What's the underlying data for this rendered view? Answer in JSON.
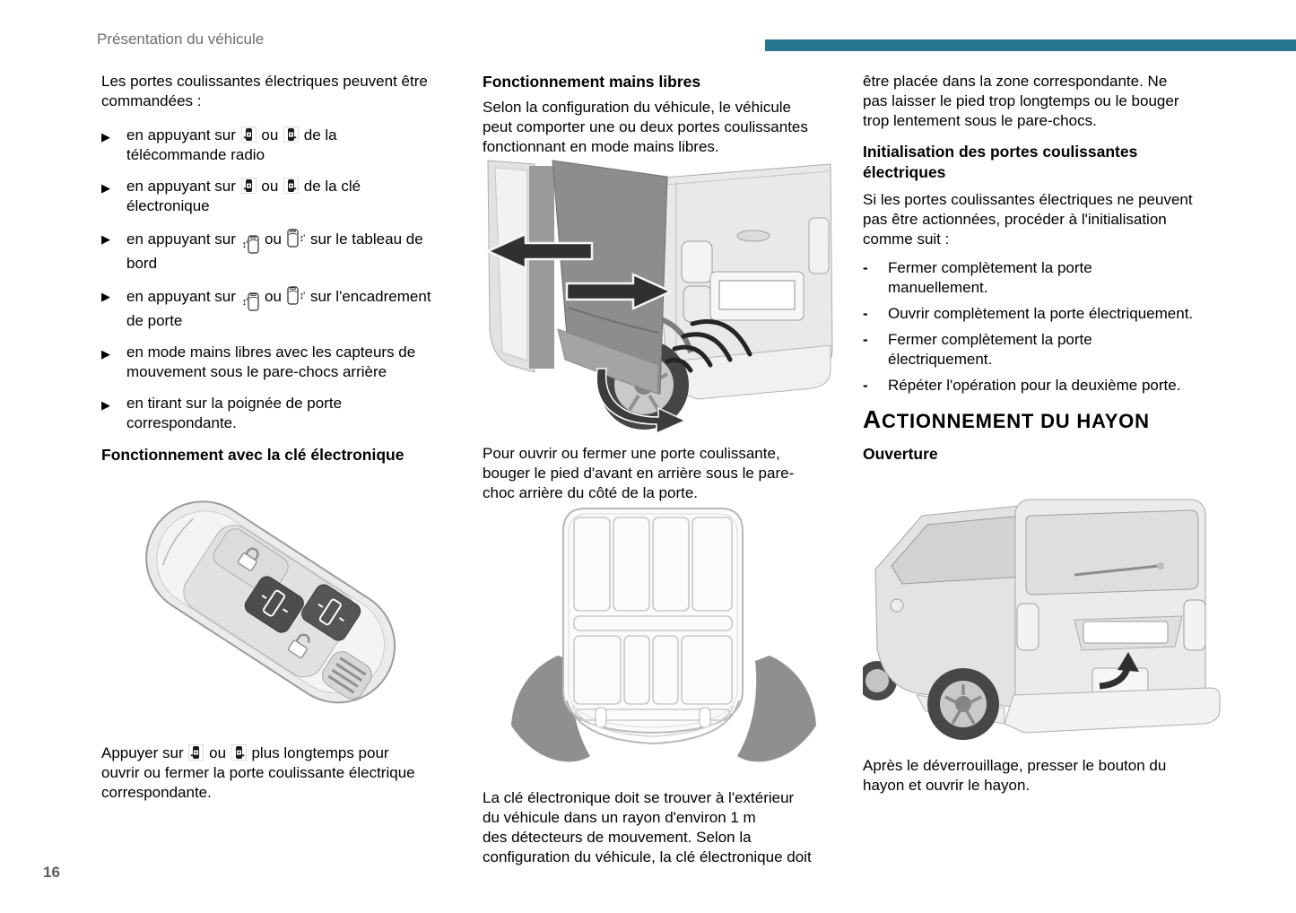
{
  "page": {
    "header": "Présentation du véhicule",
    "page_number": "16",
    "accent_color": "#27768F",
    "text_color": "#000000",
    "header_text_color": "#6e6e6e"
  },
  "glyphs": {
    "bullet": "▶",
    "dash": "-",
    "updown": "↕'"
  },
  "icons": {
    "sliding_door_left": "car-top-view-open-left-door",
    "sliding_door_right": "car-top-view-open-right-door",
    "dashboard_left": "van-outline-with-updown-arrows-left",
    "dashboard_right": "van-outline-with-updown-arrows-right"
  },
  "left_column": {
    "intro": "Les portes coulissantes électriques peuvent être\ncommandées :",
    "bullets": [
      {
        "pre": "en appuyant sur ",
        "mid": " ou ",
        "post": " de la\ntélécommande radio"
      },
      {
        "pre": "en appuyant sur ",
        "mid": " ou ",
        "post": " de la clé\nélectronique"
      },
      {
        "pre": "en appuyant sur ",
        "mid": " ou ",
        "post": " sur le tableau de\nbord"
      },
      {
        "pre": "en appuyant sur ",
        "mid": " ou ",
        "post": " sur l'encadrement\nde porte"
      },
      {
        "text": "en mode mains libres avec les capteurs de\nmouvement sous le pare-chocs arrière"
      },
      {
        "text": "en tirant sur la poignée de porte\ncorrespondante."
      }
    ],
    "heading_key": "Fonctionnement avec la clé électronique",
    "key_caption": {
      "pre": "Appuyer sur ",
      "mid": " ou ",
      "post": " plus longtemps pour\nouvrir ou fermer la porte coulissante électrique\ncorrespondante."
    }
  },
  "middle_column": {
    "heading": "Fonctionnement mains libres",
    "para1": "Selon la configuration du véhicule, le véhicule\npeut comporter une ou deux portes coulissantes\nfonctionnant en mode mains libres.",
    "para2": "Pour ouvrir ou fermer une porte coulissante,\nbouger le pied d'avant en arrière sous le pare-\nchoc arrière du côté de la porte.",
    "para3": "La clé électronique doit se trouver à l'extérieur\ndu véhicule dans un rayon d'environ 1 m\ndes détecteurs de mouvement. Selon la\nconfiguration du véhicule, la clé électronique doit"
  },
  "right_column": {
    "para1": "être placée dans la zone correspondante. Ne\npas laisser le pied trop longtemps ou le bouger\ntrop lentement sous le pare-chocs.",
    "heading_init": "Initialisation des portes coulissantes\nélectriques",
    "para2": "Si les portes coulissantes électriques ne peuvent\npas être actionnées, procéder à l'initialisation\ncomme suit :",
    "steps": [
      "Fermer complètement la porte\nmanuellement.",
      "Ouvrir complètement la porte électriquement.",
      "Fermer complètement la porte\nélectriquement.",
      "Répéter l'opération pour la deuxième porte."
    ],
    "heading_hayon": "Actionnement du hayon",
    "subheading": "Ouverture",
    "para3": "Après le déverrouillage, presser le bouton du\nhayon et ouvrir le hayon."
  }
}
